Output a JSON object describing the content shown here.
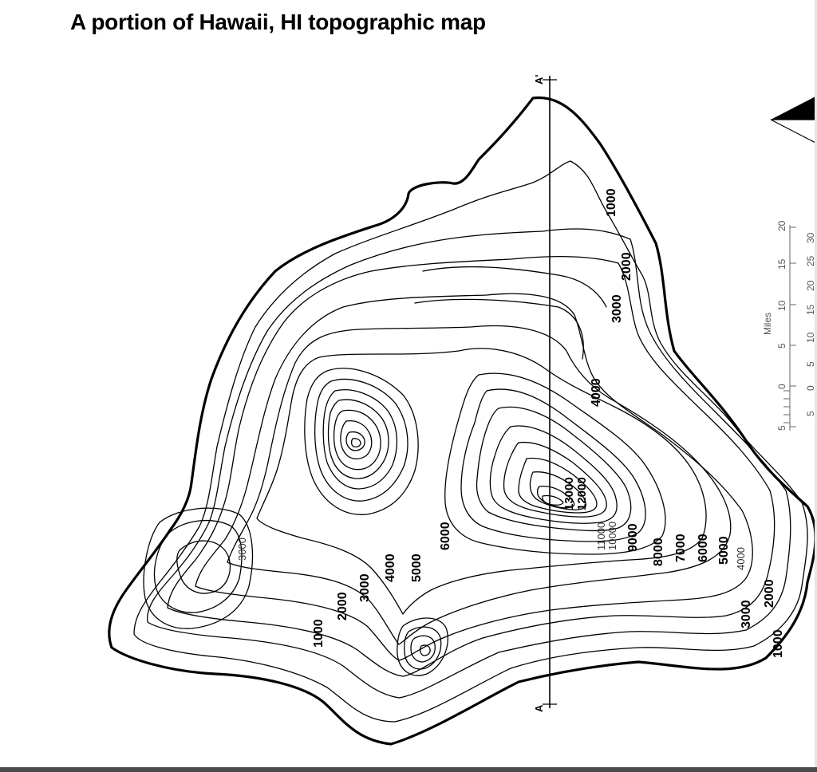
{
  "title": "A portion of Hawaii, HI topographic map",
  "profile": {
    "start_label": "A",
    "end_label": "A'"
  },
  "contour_labels": {
    "c1000_north": "1000",
    "c2000_north": "2000",
    "c3000_north": "3000",
    "c4000_north": "4000",
    "c13000": "13000",
    "c12000": "12000",
    "c11000": "11000",
    "c10000": "10000",
    "c9000": "9000",
    "c8000": "8000",
    "c7000": "7000",
    "c6000_east": "6000",
    "c5000_east": "5000",
    "c4000_east": "4000",
    "c3000_se": "3000",
    "c2000_se": "2000",
    "c1000_se": "1000",
    "c3000_west": "3000",
    "c1000_sw": "1000",
    "c2000_sw": "2000",
    "c3000_sw": "3000",
    "c4000_sw": "4000",
    "c5000_sw": "5000",
    "c6000_sw": "6000"
  },
  "scale_bar": {
    "unit_label": "Miles",
    "miles_ticks": [
      "5",
      "0",
      "5",
      "10",
      "15",
      "20"
    ],
    "km_ticks": [
      "5",
      "0",
      "5",
      "10",
      "15",
      "20",
      "25",
      "30"
    ]
  },
  "colors": {
    "ink": "#000000",
    "bottom_bar": "#4a4a4a"
  }
}
